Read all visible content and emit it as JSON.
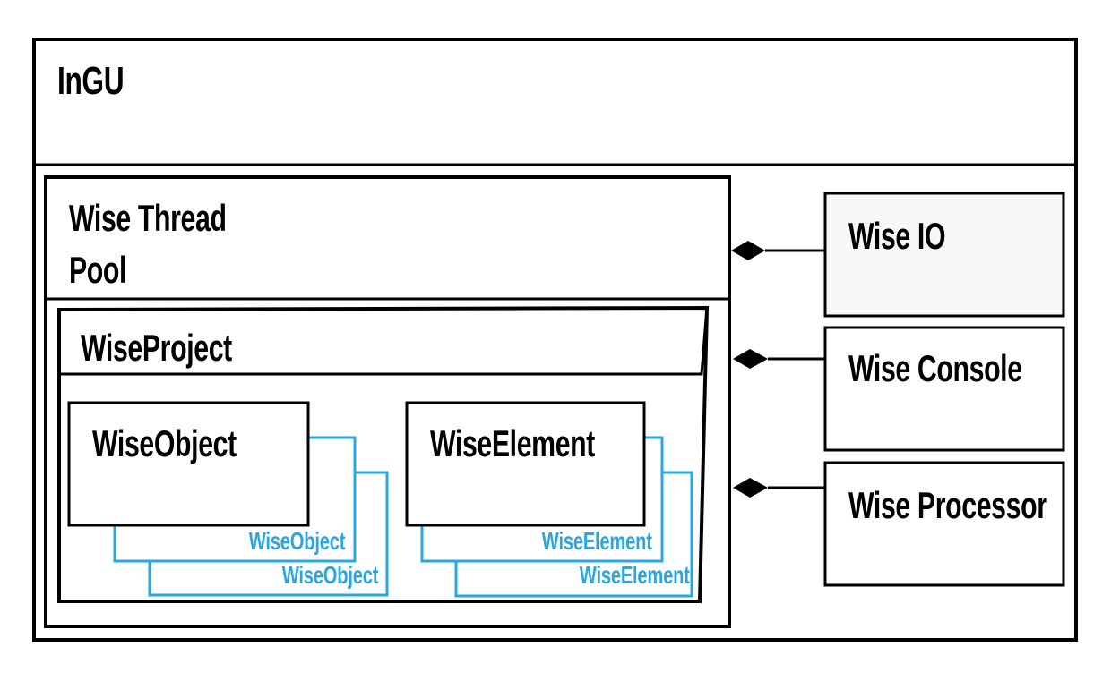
{
  "colors": {
    "stroke": "#000000",
    "accent": "#2aa6e0",
    "io_fill": "#f7f7f7",
    "background": "#ffffff"
  },
  "ingu": {
    "title": "InGU"
  },
  "thread_pool": {
    "title_line1": "Wise Thread",
    "title_line2": "Pool"
  },
  "project": {
    "title": "WiseProject"
  },
  "object_group": {
    "title": "WiseObject",
    "stack_label_1": "WiseObject",
    "stack_label_2": "WiseObject"
  },
  "element_group": {
    "title": "WiseElement",
    "stack_label_1": "WiseElement",
    "stack_label_2": "WiseElement"
  },
  "side_modules": [
    {
      "title": "Wise IO"
    },
    {
      "title": "Wise Console"
    },
    {
      "title": "Wise Processor"
    }
  ],
  "connectors": {
    "type": "composition",
    "marker": "filled-diamond",
    "links": [
      {
        "from": "side_modules.0",
        "to": "thread_pool"
      },
      {
        "from": "side_modules.1",
        "to": "thread_pool"
      },
      {
        "from": "side_modules.2",
        "to": "thread_pool"
      }
    ]
  }
}
